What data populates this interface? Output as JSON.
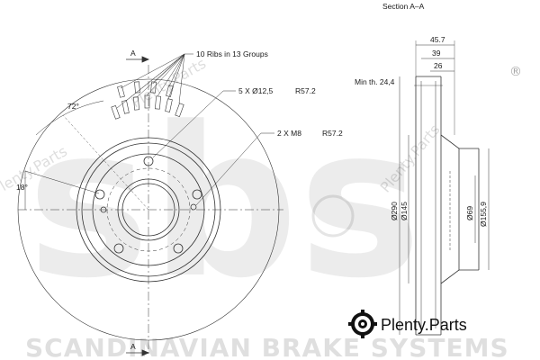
{
  "callouts": {
    "ribs": "10 Ribs in 13 Groups",
    "holes": "5 X Ø12,5",
    "holes_radius": "R57.2",
    "threads": "2 X M8",
    "threads_radius": "R57.2",
    "angle_72": "72°",
    "angle_18": "18°",
    "section_marker": "A"
  },
  "section": {
    "title": "Section A–A",
    "min_thickness": "Min th. 24,4",
    "dim_total": "45.7",
    "dim_39": "39",
    "dim_26": "26",
    "dia_290": "Ø290",
    "dia_145": "Ø145",
    "dia_69": "Ø69",
    "dia_155": "Ø155,9"
  },
  "watermark": {
    "brand_letters": "sbs",
    "brand_name": "SCANDINAVIAN BRAKE SYSTEMS",
    "plenty_text": "Plenty.Parts",
    "registered": "®"
  },
  "logo": {
    "name": "Plenty",
    "suffix": ".Parts",
    "icon": "gear-disc-icon"
  }
}
